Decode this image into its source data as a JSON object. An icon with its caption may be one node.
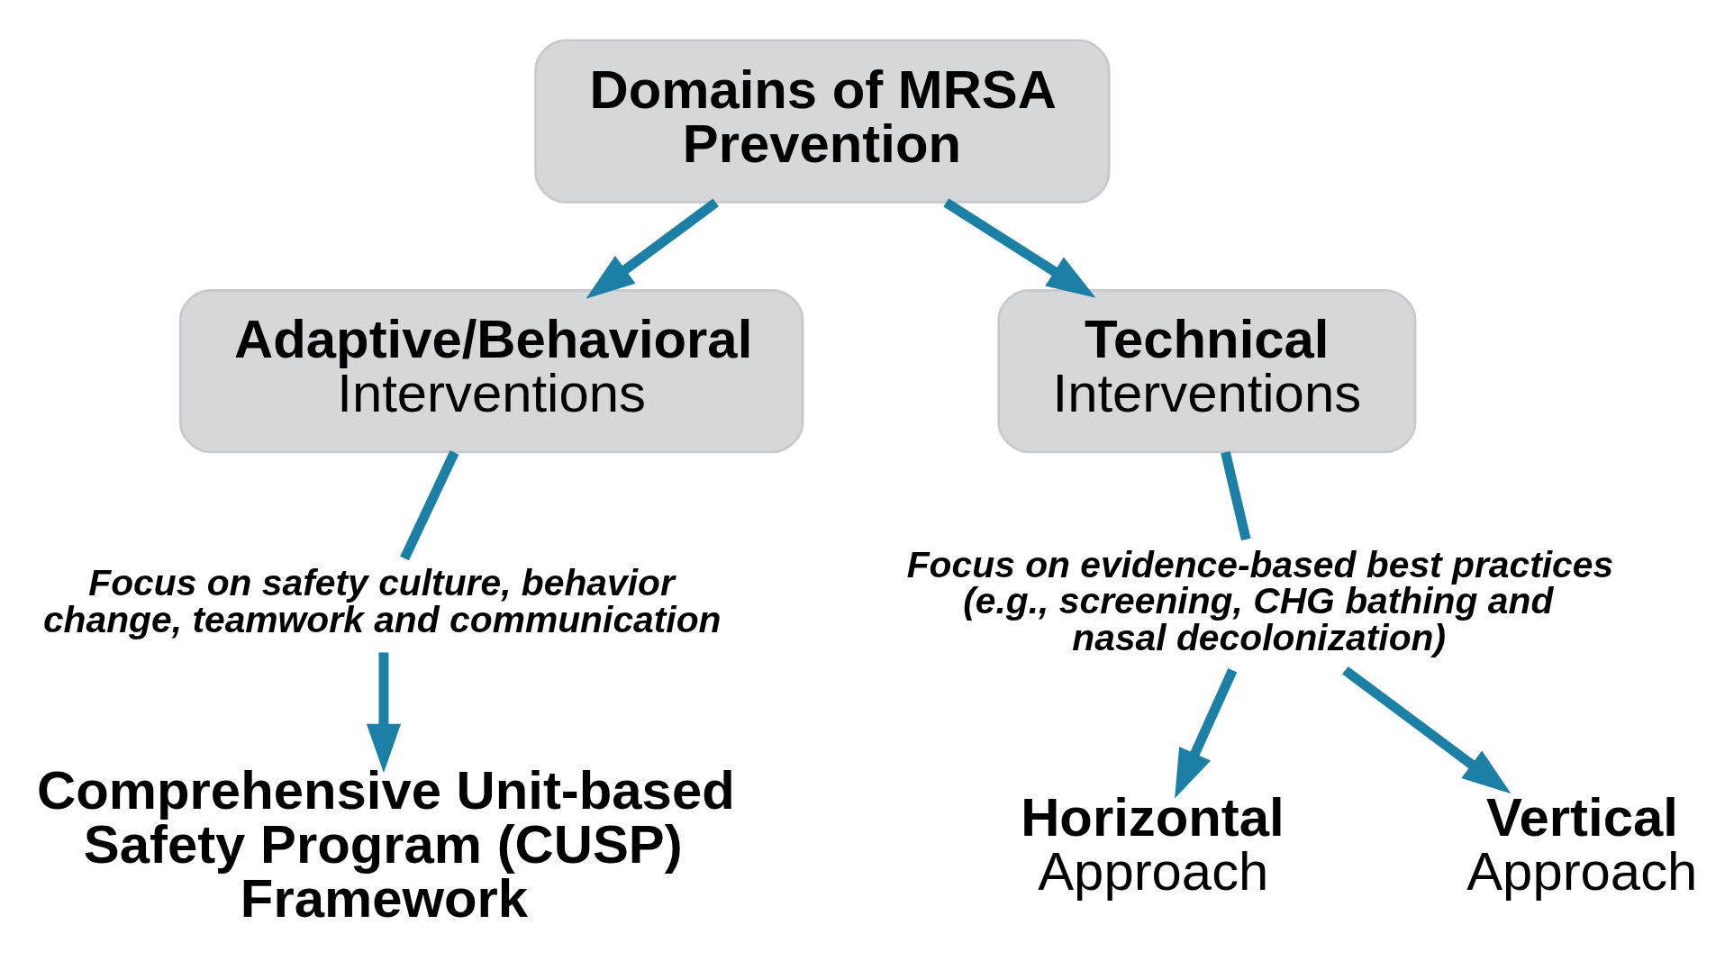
{
  "diagram": {
    "nodes": [
      {
        "text": [
          "Domains of MRSA Prevention"
        ]
      },
      {
        "text": [
          "Adaptive/Behavioral",
          "Interventions"
        ]
      },
      {
        "text": [
          "Technical",
          "Interventions"
        ]
      },
      {
        "text": [
          "Focus on safety culture, behavior change, teamwork and communication"
        ]
      },
      {
        "text": [
          "Comprehensive Unit-based Safety Program (CUSP) Framework"
        ]
      },
      {
        "text": [
          "Focus on evidence-based best practices (e.g., screening, CHG bathing and nasal decolonization)"
        ]
      },
      {
        "text": [
          "Horizontal",
          "Approach"
        ]
      },
      {
        "text": [
          "Vertical",
          "Approach"
        ]
      }
    ],
    "edges": [
      {
        "from": 0,
        "to": 1,
        "arrow": "to"
      },
      {
        "from": 0,
        "to": 2,
        "arrow": "to"
      },
      {
        "from": 1,
        "to": 3,
        "arrow": "none"
      },
      {
        "from": 3,
        "to": 4,
        "arrow": "to"
      },
      {
        "from": 2,
        "to": 5,
        "arrow": "none"
      },
      {
        "from": 5,
        "to": 6,
        "arrow": "to"
      },
      {
        "from": 5,
        "to": 7,
        "arrow": "to"
      }
    ]
  }
}
